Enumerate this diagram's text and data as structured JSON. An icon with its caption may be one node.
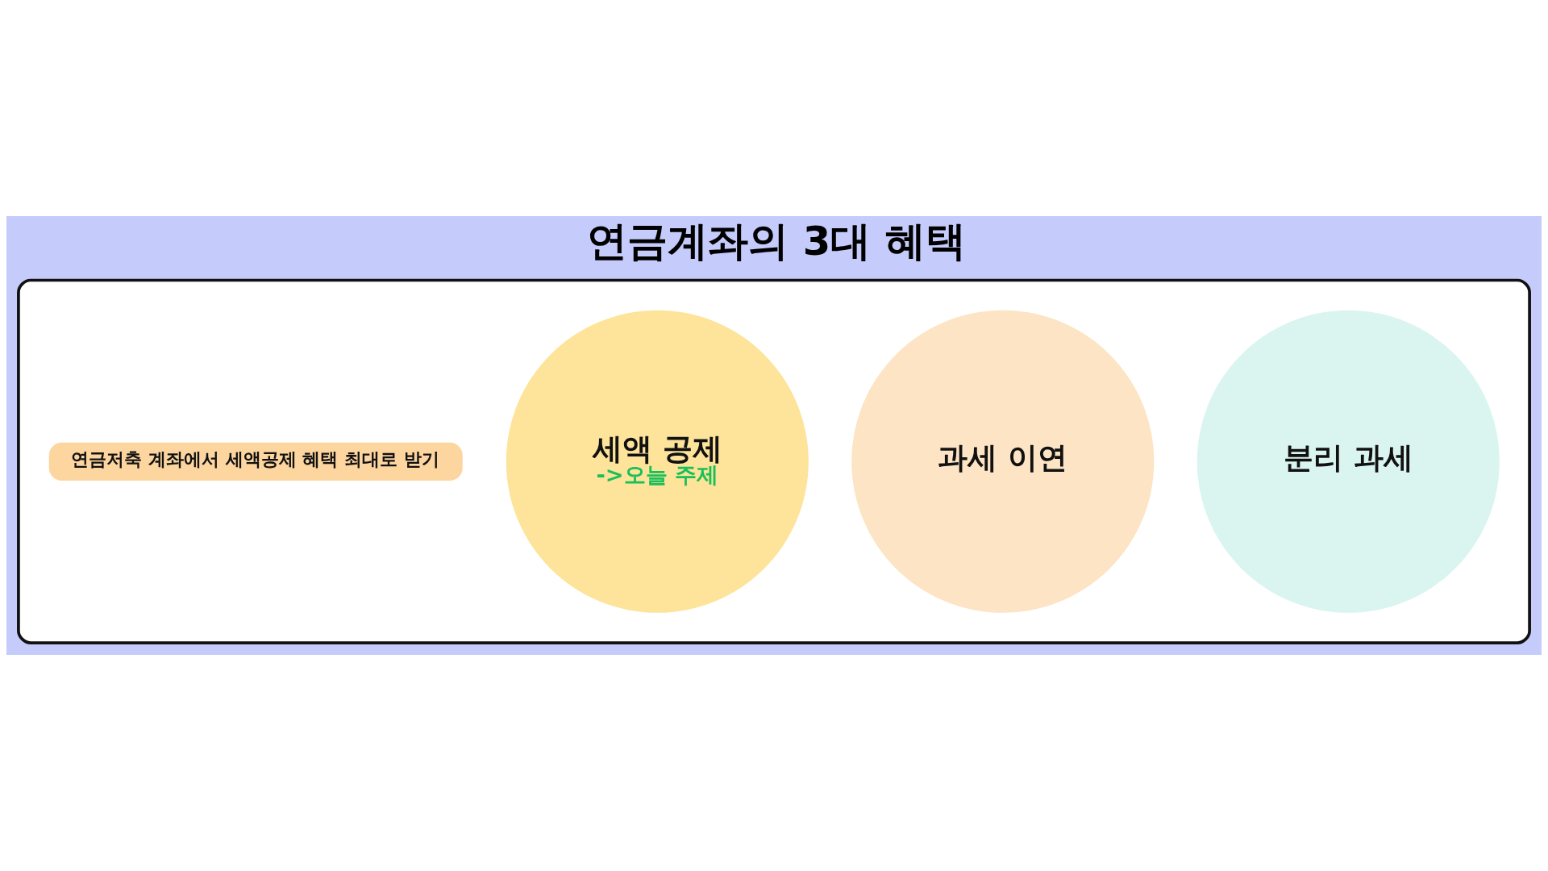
{
  "diagram": {
    "title": "연금계좌의 3대 혜택",
    "nodes": [
      {
        "text": [],
        "shape": "box"
      },
      {
        "text": [
          "연금저축 계좌에서 세액공제 혜택 최대로 받기"
        ],
        "in": 0
      },
      {
        "text": [
          "세액 공제",
          "->오늘 주제"
        ],
        "in": 0
      },
      {
        "text": [
          "과세 이연"
        ],
        "in": 0
      },
      {
        "text": [
          "분리 과세"
        ],
        "in": 0
      }
    ]
  }
}
